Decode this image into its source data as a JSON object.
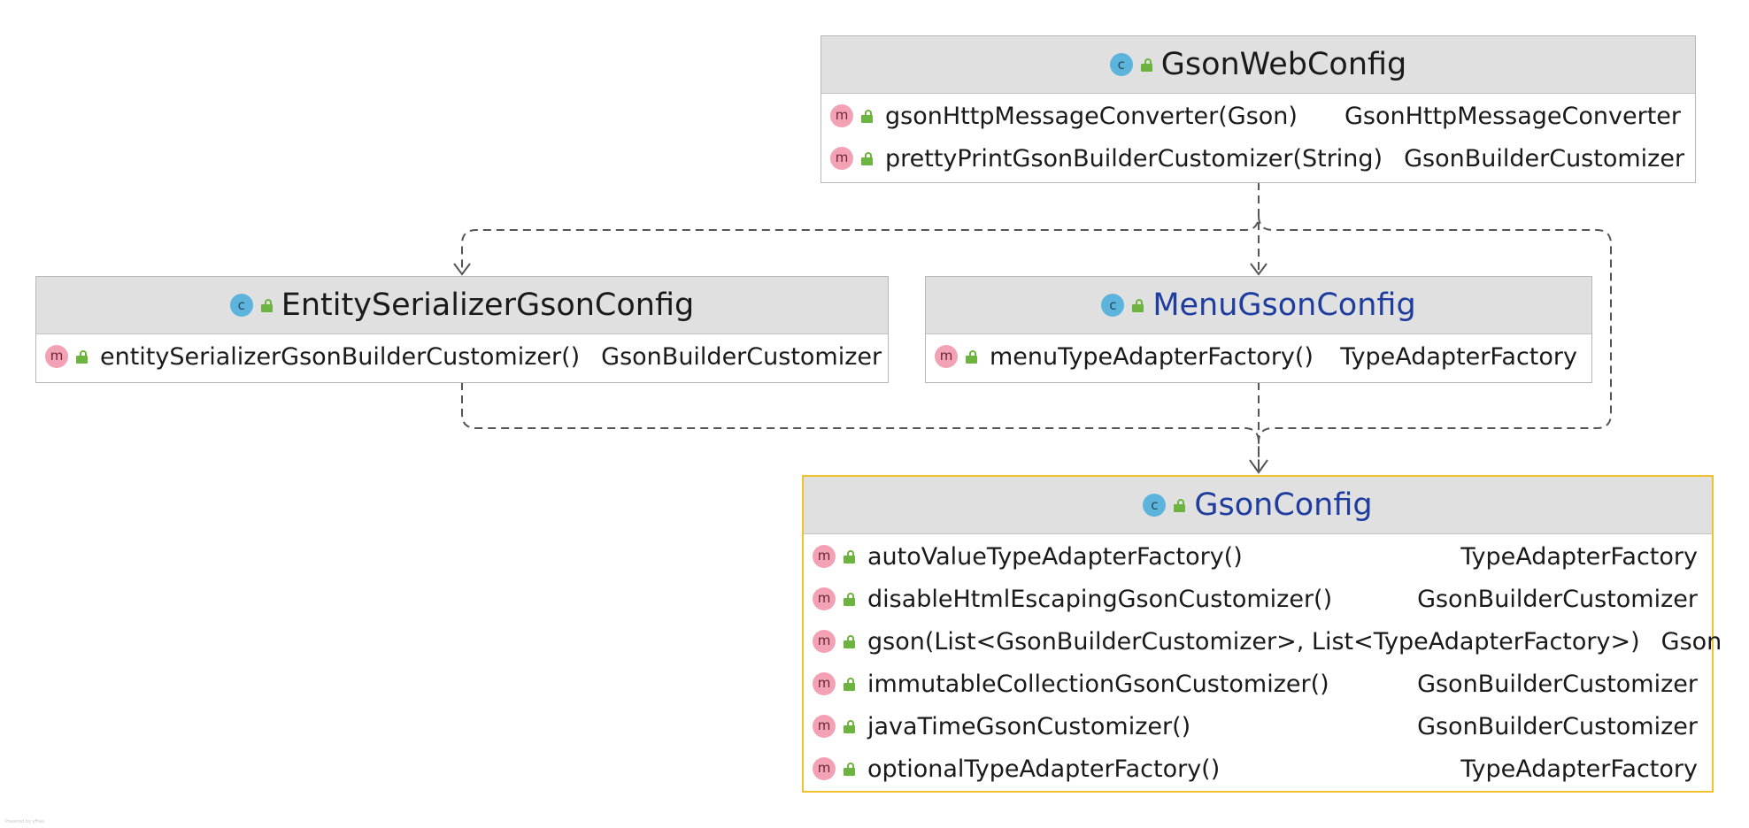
{
  "diagram": {
    "classes": {
      "gson_web_config": {
        "kind_icon": "class-icon",
        "name": "GsonWebConfig",
        "methods": [
          {
            "signature": "gsonHttpMessageConverter(Gson)",
            "return_type": "GsonHttpMessageConverter"
          },
          {
            "signature": "prettyPrintGsonBuilderCustomizer(String)",
            "return_type": "GsonBuilderCustomizer"
          }
        ]
      },
      "entity_serializer_gson_config": {
        "kind_icon": "class-icon",
        "name": "EntitySerializerGsonConfig",
        "methods": [
          {
            "signature": "entitySerializerGsonBuilderCustomizer()",
            "return_type": "GsonBuilderCustomizer"
          }
        ]
      },
      "menu_gson_config": {
        "kind_icon": "class-icon",
        "name": "MenuGsonConfig",
        "methods": [
          {
            "signature": "menuTypeAdapterFactory()",
            "return_type": "TypeAdapterFactory"
          }
        ]
      },
      "gson_config": {
        "kind_icon": "class-icon",
        "name": "GsonConfig",
        "selected": true,
        "methods": [
          {
            "signature": "autoValueTypeAdapterFactory()",
            "return_type": "TypeAdapterFactory"
          },
          {
            "signature": "disableHtmlEscapingGsonCustomizer()",
            "return_type": "GsonBuilderCustomizer"
          },
          {
            "signature": "gson(List<GsonBuilderCustomizer>, List<TypeAdapterFactory>)",
            "return_type": "Gson"
          },
          {
            "signature": "immutableCollectionGsonCustomizer()",
            "return_type": "GsonBuilderCustomizer"
          },
          {
            "signature": "javaTimeGsonCustomizer()",
            "return_type": "GsonBuilderCustomizer"
          },
          {
            "signature": "optionalTypeAdapterFactory()",
            "return_type": "TypeAdapterFactory"
          }
        ]
      }
    },
    "dependencies": [
      {
        "from": "GsonWebConfig",
        "to": "EntitySerializerGsonConfig",
        "style": "dashed"
      },
      {
        "from": "GsonWebConfig",
        "to": "MenuGsonConfig",
        "style": "dashed"
      },
      {
        "from": "GsonWebConfig",
        "to": "GsonConfig",
        "style": "dashed"
      },
      {
        "from": "EntitySerializerGsonConfig",
        "to": "GsonConfig",
        "style": "dashed"
      },
      {
        "from": "MenuGsonConfig",
        "to": "GsonConfig",
        "style": "dashed"
      }
    ],
    "icon_letters": {
      "class": "c",
      "method": "m"
    },
    "watermark": "Powered by yFiles",
    "colors": {
      "header_bg": "#e0e0e0",
      "border": "#b8b8b8",
      "selected_border": "#f2c12e",
      "class_icon": "#5cb4dc",
      "method_icon": "#f3a1b4",
      "visibility_lock": "#6db33f",
      "link_text": "#1f3d9e",
      "edge": "#555555"
    }
  }
}
